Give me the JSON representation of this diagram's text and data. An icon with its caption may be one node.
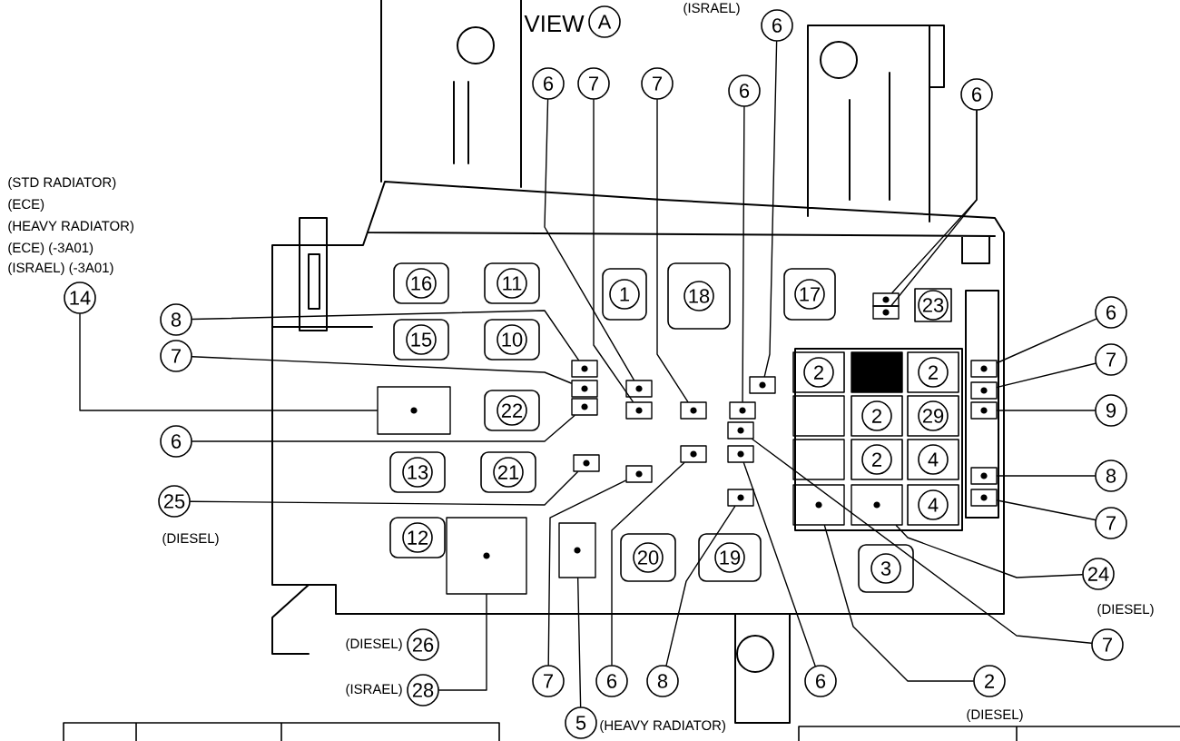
{
  "diagram": {
    "nodes": [
      {
        "text": [
          "A"
        ]
      },
      {
        "text": [
          "6"
        ],
        "beside": [
          "(ISRAEL)"
        ]
      },
      {
        "text": [
          "6"
        ]
      },
      {
        "text": [
          "7"
        ]
      },
      {
        "text": [
          "7"
        ]
      },
      {
        "text": [
          "6"
        ]
      },
      {
        "text": [
          "6"
        ]
      },
      {
        "text": [
          "14"
        ],
        "beside": [
          "(STD RADIATOR)",
          "(ECE)",
          "(HEAVY RADIATOR)",
          "(ECE) (-3A01)",
          "(ISRAEL) (-3A01)"
        ]
      },
      {
        "text": [
          "8"
        ]
      },
      {
        "text": [
          "7"
        ]
      },
      {
        "text": [
          "6"
        ]
      },
      {
        "text": [
          "25"
        ],
        "beside": [
          "(DIESEL)"
        ]
      },
      {
        "text": [
          "6"
        ]
      },
      {
        "text": [
          "7"
        ]
      },
      {
        "text": [
          "9"
        ]
      },
      {
        "text": [
          "8"
        ]
      },
      {
        "text": [
          "7"
        ]
      },
      {
        "text": [
          "24"
        ],
        "beside": [
          "(DIESEL)"
        ]
      },
      {
        "text": [
          "7"
        ]
      },
      {
        "text": [
          "26"
        ],
        "beside": [
          "(DIESEL)"
        ]
      },
      {
        "text": [
          "28"
        ],
        "beside": [
          "(ISRAEL)"
        ]
      },
      {
        "text": [
          "7"
        ]
      },
      {
        "text": [
          "6"
        ]
      },
      {
        "text": [
          "8"
        ]
      },
      {
        "text": [
          "6"
        ]
      },
      {
        "text": [
          "2"
        ],
        "beside": [
          "(DIESEL)"
        ]
      },
      {
        "text": [
          "5"
        ],
        "beside": [
          "(HEAVY RADIATOR)"
        ]
      },
      {
        "text": [
          "16"
        ]
      },
      {
        "text": [
          "11"
        ]
      },
      {
        "text": [
          "1"
        ]
      },
      {
        "text": [
          "18"
        ]
      },
      {
        "text": [
          "17"
        ]
      },
      {
        "text": [
          "23"
        ]
      },
      {
        "text": [
          "15"
        ]
      },
      {
        "text": [
          "10"
        ]
      },
      {
        "text": [
          "22"
        ]
      },
      {
        "text": [
          "13"
        ]
      },
      {
        "text": [
          "21"
        ]
      },
      {
        "text": [
          "12"
        ]
      },
      {
        "text": [
          "20"
        ]
      },
      {
        "text": [
          "19"
        ]
      },
      {
        "text": [
          "3"
        ]
      },
      {
        "text": [
          "2"
        ]
      },
      {
        "text": [],
        "shape": "box"
      },
      {
        "text": [
          "2"
        ]
      },
      {
        "text": [],
        "shape": "box"
      },
      {
        "text": [
          "2"
        ]
      },
      {
        "text": [
          "29"
        ]
      },
      {
        "text": [],
        "shape": "box"
      },
      {
        "text": [
          "2"
        ]
      },
      {
        "text": [
          "4"
        ]
      },
      {
        "text": [],
        "shape": "box"
      },
      {
        "text": [],
        "shape": "box"
      },
      {
        "text": [
          "4"
        ]
      },
      {
        "text": [],
        "shape": "box"
      },
      {
        "text": [],
        "shape": "box"
      },
      {
        "text": [],
        "shape": "box"
      },
      {
        "text": [],
        "shape": "box"
      },
      {
        "text": [],
        "shape": "box"
      },
      {
        "text": [],
        "shape": "box"
      },
      {
        "text": [],
        "shape": "box"
      },
      {
        "text": [],
        "shape": "box"
      },
      {
        "text": [],
        "shape": "box"
      },
      {
        "text": [],
        "shape": "box"
      },
      {
        "text": [],
        "shape": "box"
      },
      {
        "text": [],
        "shape": "box"
      },
      {
        "text": [],
        "shape": "box"
      },
      {
        "text": [],
        "shape": "box"
      },
      {
        "text": [],
        "shape": "box"
      },
      {
        "text": [],
        "shape": "box"
      },
      {
        "text": [],
        "shape": "box"
      },
      {
        "text": [],
        "shape": "box"
      },
      {
        "text": [],
        "shape": "box"
      },
      {
        "text": [],
        "shape": "box"
      },
      {
        "text": [],
        "shape": "box"
      },
      {
        "text": [],
        "shape": "box"
      },
      {
        "text": [],
        "shape": "box"
      },
      {
        "text": [],
        "shape": "box"
      }
    ],
    "edges": [
      {
        "from": 1,
        "to": 60,
        "arrow": "none"
      },
      {
        "from": 2,
        "to": 57,
        "arrow": "none"
      },
      {
        "from": 3,
        "to": 58,
        "arrow": "none"
      },
      {
        "from": 4,
        "to": 59,
        "arrow": "none"
      },
      {
        "from": 5,
        "to": 61,
        "arrow": "none"
      },
      {
        "from": 6,
        "to": 68,
        "arrow": "none"
      },
      {
        "from": 6,
        "to": 69,
        "arrow": "none"
      },
      {
        "from": 7,
        "to": 75,
        "arrow": "none"
      },
      {
        "from": 8,
        "to": 54,
        "arrow": "none"
      },
      {
        "from": 9,
        "to": 55,
        "arrow": "none"
      },
      {
        "from": 10,
        "to": 56,
        "arrow": "none"
      },
      {
        "from": 11,
        "to": 65,
        "arrow": "none"
      },
      {
        "from": 12,
        "to": 70,
        "arrow": "none"
      },
      {
        "from": 13,
        "to": 71,
        "arrow": "none"
      },
      {
        "from": 14,
        "to": 72,
        "arrow": "none"
      },
      {
        "from": 15,
        "to": 73,
        "arrow": "none"
      },
      {
        "from": 16,
        "to": 74,
        "arrow": "none"
      },
      {
        "from": 17,
        "to": 52,
        "arrow": "none"
      },
      {
        "from": 18,
        "to": 62,
        "arrow": "none"
      },
      {
        "from": 20,
        "to": 76,
        "arrow": "none"
      },
      {
        "from": 21,
        "to": 66,
        "arrow": "none"
      },
      {
        "from": 22,
        "to": 67,
        "arrow": "none"
      },
      {
        "from": 23,
        "to": 64,
        "arrow": "none"
      },
      {
        "from": 24,
        "to": 63,
        "arrow": "none"
      },
      {
        "from": 25,
        "to": 51,
        "arrow": "none"
      },
      {
        "from": 26,
        "to": 77,
        "arrow": "none"
      }
    ],
    "labels": [
      "VIEW"
    ]
  }
}
